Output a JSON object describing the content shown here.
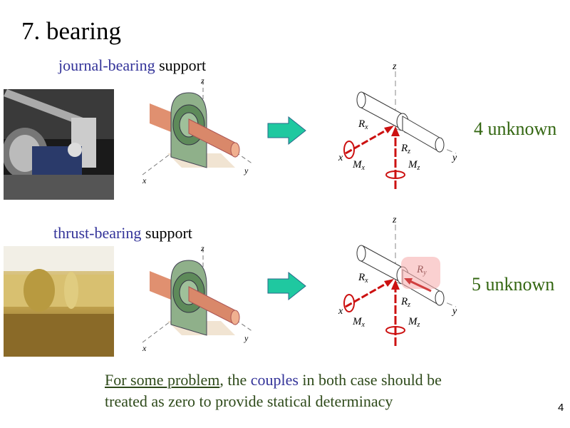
{
  "slide": {
    "title": "7. bearing",
    "page_number": "4"
  },
  "journal": {
    "name": "journal-bearing",
    "support": " support",
    "unknowns": "4 unknown"
  },
  "thrust": {
    "name": "thrust-bearing",
    "support": " support",
    "unknowns": "5 unknown"
  },
  "axes": {
    "x": "x",
    "y": "y",
    "z": "z"
  },
  "forces": {
    "Rx": {
      "main": "R",
      "sub": "x"
    },
    "Rz": {
      "main": "R",
      "sub": "z"
    },
    "Ry": {
      "main": "R",
      "sub": "y"
    },
    "Mx": {
      "main": "M",
      "sub": "x"
    },
    "Mz": {
      "main": "M",
      "sub": "z"
    }
  },
  "note": {
    "underlined": "For some problem",
    "part1": ", the ",
    "highlight": "couples",
    "part2": " in both case should be",
    "line2": "treated as zero to provide statical determinacy"
  },
  "colors": {
    "blue": "#333399",
    "green": "#336611",
    "red": "#cc1111",
    "arrow": "#1fc8a0"
  }
}
